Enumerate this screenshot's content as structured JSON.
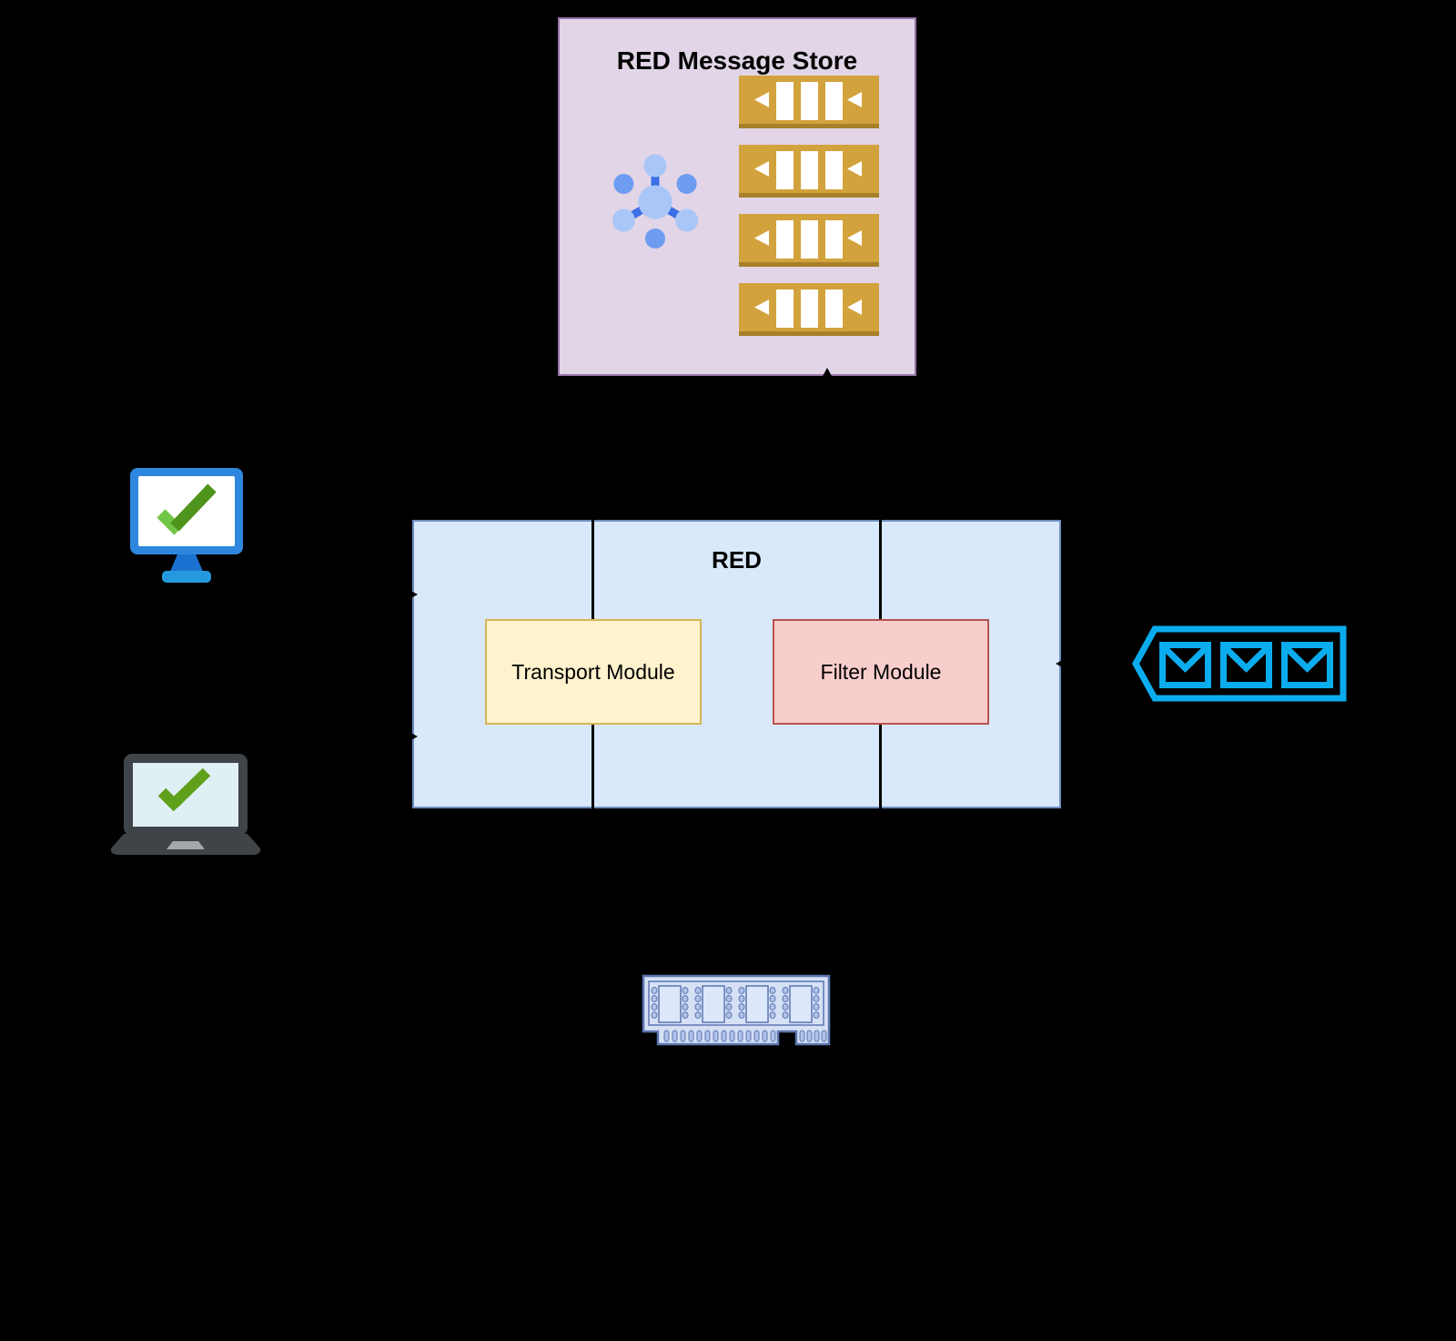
{
  "colors": {
    "bg": "#000000",
    "text": "#000000",
    "connector": "#000000",
    "store-fill": "#E1D5E7",
    "store-stroke": "#9673A6",
    "queue-gold": "#D2A23C",
    "queue-shadow": "#A8802A",
    "net-light": "#A8C6F8",
    "net-dark": "#6D9CF1",
    "net-spoke": "#3B6FE5",
    "red-fill": "#DAE8FC",
    "red-stroke": "#6C8EBF",
    "transport-fill": "#FFF2CC",
    "transport-stroke": "#D6B656",
    "filter-fill": "#F8CECC",
    "filter-stroke": "#B85450",
    "mon-frame": "#2E87DE",
    "mon-screen": "#FFFFFF",
    "mon-stand": "#1B72D0",
    "mon-base": "#2499DD",
    "check-light": "#72C646",
    "check-dark": "#4F941C",
    "lap-body": "#3F4448",
    "lap-screen": "#DFEFF3",
    "lap-check": "#5FA01A",
    "lap-pad": "#A4A8AB",
    "mail-cyan": "#0BACEE",
    "ram-stroke": "#5B76B0",
    "ram-fill": "#D7E1F6",
    "ram-chip": "#DCE7FB",
    "ram-pin": "#AFC2E8"
  },
  "message_store": {
    "title": "RED Message Store",
    "queues": [
      1,
      2,
      3,
      4
    ]
  },
  "red_engine": {
    "title": "RED",
    "transport_module": {
      "label": "Transport Module"
    },
    "filter_module": {
      "label": "Filter Module"
    }
  },
  "incoming_mail": {
    "envelopes": [
      1,
      2,
      3
    ]
  }
}
